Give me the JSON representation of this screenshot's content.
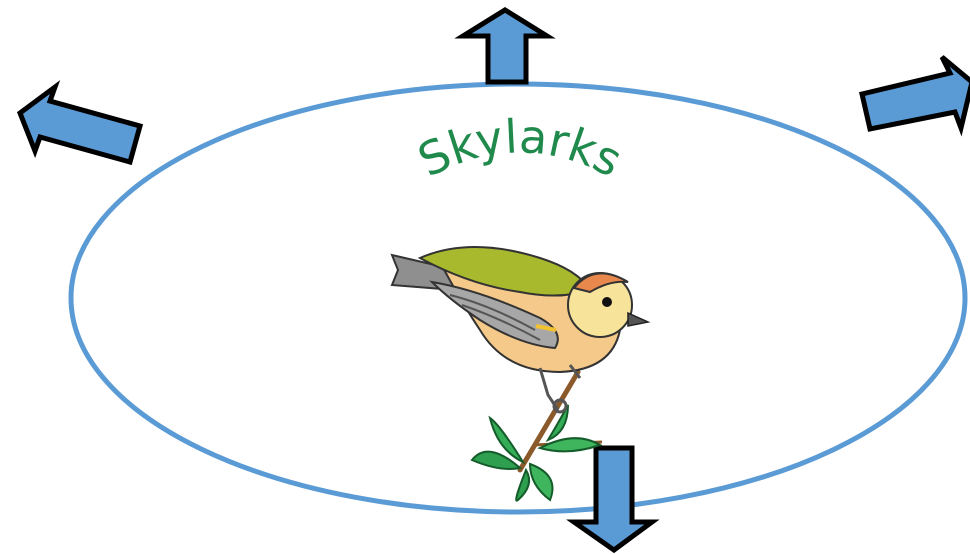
{
  "diagram": {
    "title": "Skylarks",
    "colors": {
      "ellipse": "#5b9bd5",
      "arrow_fill": "#5b9bd5",
      "arrow_outline": "#000000",
      "title": "#1f8a4c"
    },
    "arrows": [
      {
        "direction": "up-left"
      },
      {
        "direction": "up"
      },
      {
        "direction": "up-right"
      },
      {
        "direction": "down"
      }
    ],
    "illustration": "bird-on-branch"
  }
}
